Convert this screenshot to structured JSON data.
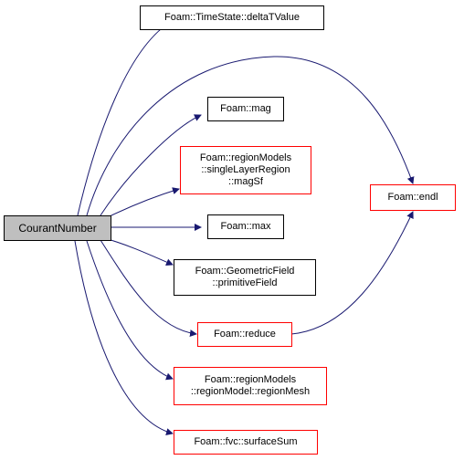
{
  "colors": {
    "edge": "#191970",
    "border_black": "#000000",
    "border_red": "#ff0000",
    "root_fill": "#bfbfbf"
  },
  "nodes": {
    "root": {
      "lines": [
        "CourantNumber"
      ]
    },
    "deltaT": {
      "lines": [
        "Foam::TimeState::deltaTValue"
      ]
    },
    "mag": {
      "lines": [
        "Foam::mag"
      ]
    },
    "magSf": {
      "lines": [
        "Foam::regionModels",
        "::singleLayerRegion",
        "::magSf"
      ]
    },
    "endl": {
      "lines": [
        "Foam::endl"
      ]
    },
    "max": {
      "lines": [
        "Foam::max"
      ]
    },
    "primitive": {
      "lines": [
        "Foam::GeometricField",
        "::primitiveField"
      ]
    },
    "reduce": {
      "lines": [
        "Foam::reduce"
      ]
    },
    "regionMesh": {
      "lines": [
        "Foam::regionModels",
        "::regionModel::regionMesh"
      ]
    },
    "surfaceSum": {
      "lines": [
        "Foam::fvc::surfaceSum"
      ]
    }
  }
}
